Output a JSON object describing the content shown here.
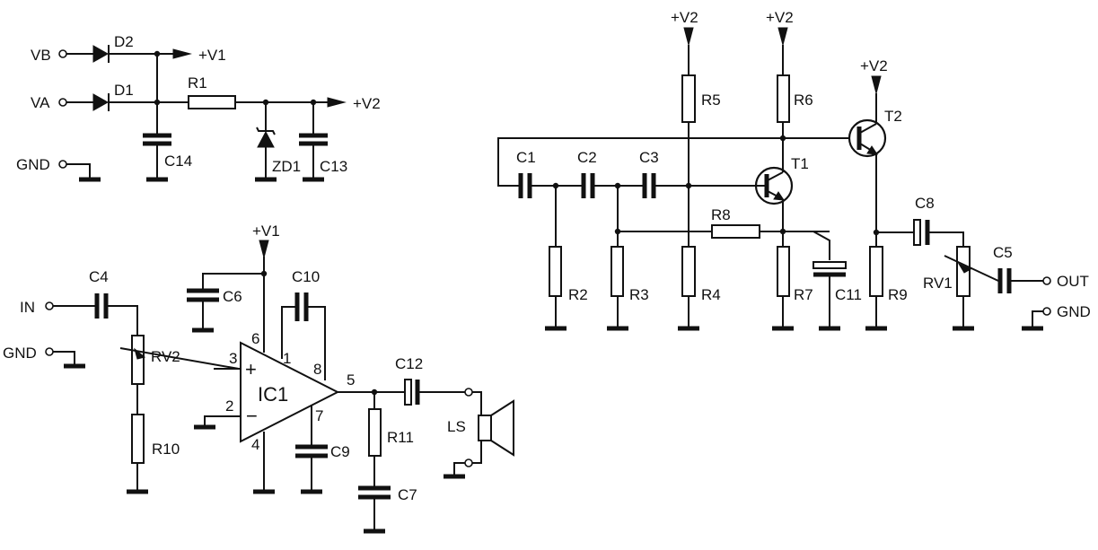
{
  "labels": {
    "vb": "VB",
    "va": "VA",
    "gnd": "GND",
    "in": "IN",
    "out": "OUT",
    "v1": "+V1",
    "v2": "+V2",
    "d1": "D1",
    "d2": "D2",
    "r1": "R1",
    "zd1": "ZD1",
    "c1": "C1",
    "c2": "C2",
    "c3": "C3",
    "c4": "C4",
    "c5": "C5",
    "c6": "C6",
    "c7": "C7",
    "c8": "C8",
    "c9": "C9",
    "c10": "C10",
    "c11": "C11",
    "c12": "C12",
    "c13": "C13",
    "c14": "C14",
    "r2": "R2",
    "r3": "R3",
    "r4": "R4",
    "r5": "R5",
    "r6": "R6",
    "r7": "R7",
    "r8": "R8",
    "r9": "R9",
    "r10": "R10",
    "r11": "R11",
    "rv1": "RV1",
    "rv2": "RV2",
    "t1": "T1",
    "t2": "T2",
    "ic1": "IC1",
    "ls": "LS",
    "plus": "+",
    "minus": "−",
    "pin1": "1",
    "pin2": "2",
    "pin3": "3",
    "pin4": "4",
    "pin5": "5",
    "pin6": "6",
    "pin7": "7",
    "pin8": "8"
  }
}
